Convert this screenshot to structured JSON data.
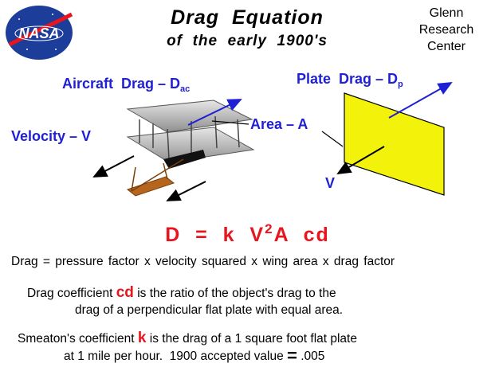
{
  "header": {
    "logo_text": "NASA",
    "title_line1": "Drag  Equation",
    "title_line2": "of  the  early  1900's",
    "center_line1": "Glenn",
    "center_line2": "Research",
    "center_line3": "Center"
  },
  "labels": {
    "aircraft_drag": "Aircraft  Drag – D",
    "aircraft_drag_sub": "ac",
    "plate_drag": "Plate  Drag – D",
    "plate_drag_sub": "p",
    "velocity": "Velocity – V",
    "area": "Area – A",
    "v": "V"
  },
  "equation": {
    "lhs": "D  =  k  V",
    "exp": "2",
    "rhs": "A  cd"
  },
  "text": {
    "formula_words": "Drag = pressure factor x velocity squared x wing area x drag factor",
    "cd_pre": "Drag coefficient ",
    "cd_sym": "cd",
    "cd_post": " is the ratio of the object's drag to the",
    "cd_line2": "drag of a perpendicular flat plate with equal area.",
    "k_pre": "Smeaton's coefficient ",
    "k_sym": "k",
    "k_post": " is the drag of a 1 square foot flat plate",
    "k_line2_pre": "at 1 mile per hour.  1900 accepted value ",
    "k_eq": "=",
    "k_value": " .005"
  },
  "colors": {
    "label_blue": "#1f1fd6",
    "equation_red": "#e8141e",
    "plate_yellow": "#f2f20a"
  }
}
